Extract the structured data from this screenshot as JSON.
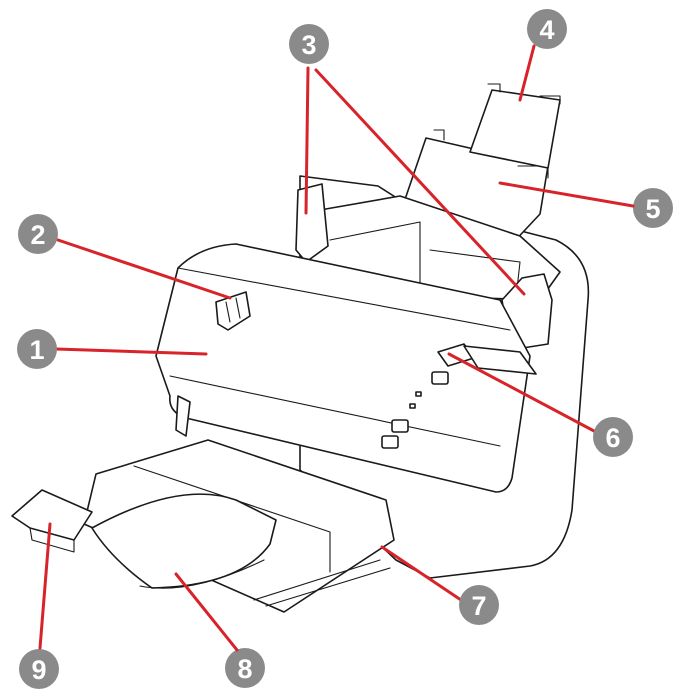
{
  "callouts": [
    {
      "label": "1"
    },
    {
      "label": "2"
    },
    {
      "label": "3"
    },
    {
      "label": "4"
    },
    {
      "label": "5"
    },
    {
      "label": "6"
    },
    {
      "label": "7"
    },
    {
      "label": "8"
    },
    {
      "label": "9"
    }
  ],
  "colors": {
    "callout_line": "#d8232a",
    "badge_fill": "#8a8a8a",
    "badge_text": "#ffffff",
    "outline": "#1a1a1a"
  }
}
